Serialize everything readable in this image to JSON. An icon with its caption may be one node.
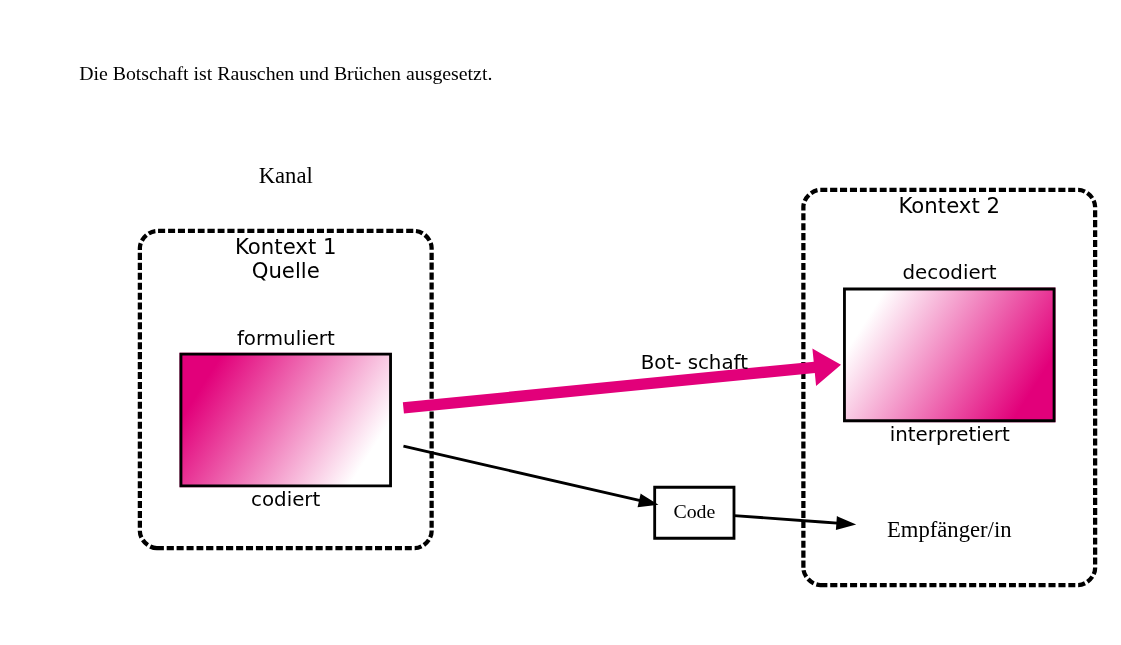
{
  "diagram": {
    "nodes": [
      {
        "text": [
          "Kontext 1",
          "Quelle"
        ]
      },
      {
        "text": [
          "formuliert",
          "codiert"
        ],
        "in": 0
      },
      {
        "text": [
          "Kontext 2"
        ]
      },
      {
        "text": [
          "Empfänger/in"
        ],
        "in": 2
      },
      {
        "text": [
          "decodiert",
          "interpretiert"
        ],
        "in": 2
      },
      {
        "text": [
          "Code"
        ]
      }
    ],
    "edges": [
      {
        "from": 1,
        "to": 5,
        "arrow": "to"
      },
      {
        "from": 5,
        "to": 3,
        "arrow": "to"
      },
      {
        "from": 1,
        "to": 4,
        "arrow": "to",
        "label": "Bot- schaft",
        "style": "thick",
        "color": "#e2007a"
      }
    ],
    "labels": [
      "Kanal",
      "Die Botschaft ist Rauschen und Brüchen ausgesetzt."
    ]
  }
}
